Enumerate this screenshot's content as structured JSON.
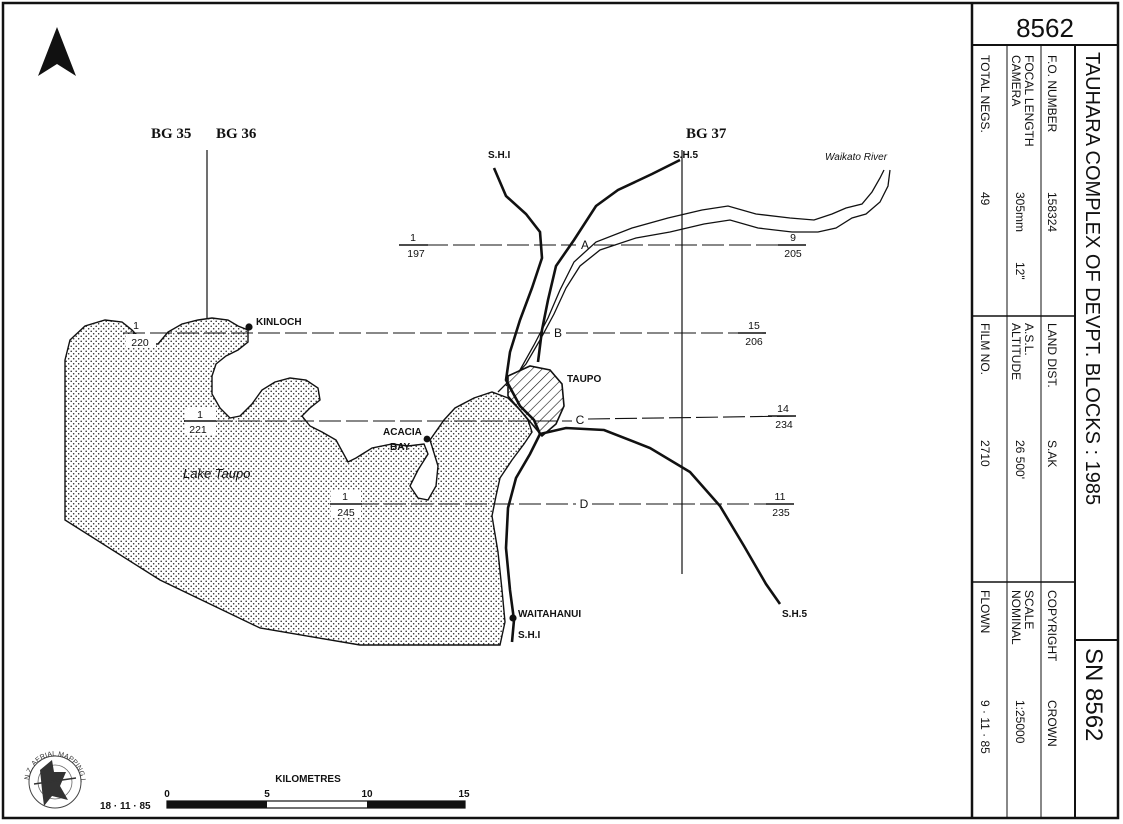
{
  "north_label": "N",
  "grid_labels": [
    "BG 35",
    "BG 36",
    "BG 37"
  ],
  "places": {
    "kinloch": "KINLOCH",
    "taupo": "TAUPO",
    "acacia_bay_1": "ACACIA",
    "acacia_bay_2": "BAY",
    "waitahanui": "WAITAHANUI",
    "lake": "Lake Taupo",
    "river": "Waikato River"
  },
  "roads": {
    "sh1_north": "S.H.I",
    "sh5_north": "S.H.5",
    "sh5_south": "S.H.5",
    "sh1_south": "S.H.I"
  },
  "flight_lines": [
    {
      "name": "A",
      "start_top": "1",
      "start_bottom": "197",
      "end_top": "9",
      "end_bottom": "205"
    },
    {
      "name": "B",
      "start_top": "1",
      "start_bottom": "220",
      "end_top": "15",
      "end_bottom": "206"
    },
    {
      "name": "C",
      "start_top": "1",
      "start_bottom": "221",
      "end_top": "14",
      "end_bottom": "234"
    },
    {
      "name": "D",
      "start_top": "1",
      "start_bottom": "245",
      "end_top": "11",
      "end_bottom": "235"
    }
  ],
  "scale_bar": {
    "title": "KILOMETRES",
    "ticks": [
      "0",
      "5",
      "10",
      "15"
    ]
  },
  "stamp": {
    "text": "N.Z. AERIAL MAPPING LTD.",
    "date": "18 · 11 · 85"
  },
  "title_block": {
    "number": "8562",
    "title": "TAUHARA COMPLEX OF DEVPT. BLOCKS : 1985",
    "sn": "SN 8562",
    "fo_number_label": "F.O. NUMBER",
    "fo_number": "158324",
    "camera_label": "CAMERA",
    "focal_length_label": "FOCAL LENGTH",
    "focal_mm": "305mm",
    "focal_in": "12\"",
    "total_negs_label": "TOTAL NEGS.",
    "total_negs": "49",
    "land_dist_label": "LAND DIST.",
    "land_dist": "S.AK",
    "altitude_label": "ALTITUDE",
    "asl_label": "A.S.L.",
    "altitude": "26 500'",
    "film_no_label": "FILM NO.",
    "film_no": "2710",
    "copyright_label": "COPYRIGHT",
    "copyright": "CROWN",
    "nominal_label": "NOMINAL",
    "scale_label": "SCALE",
    "scale": "1:25000",
    "flown_label": "FLOWN",
    "flown": "9 · 11 · 85"
  }
}
